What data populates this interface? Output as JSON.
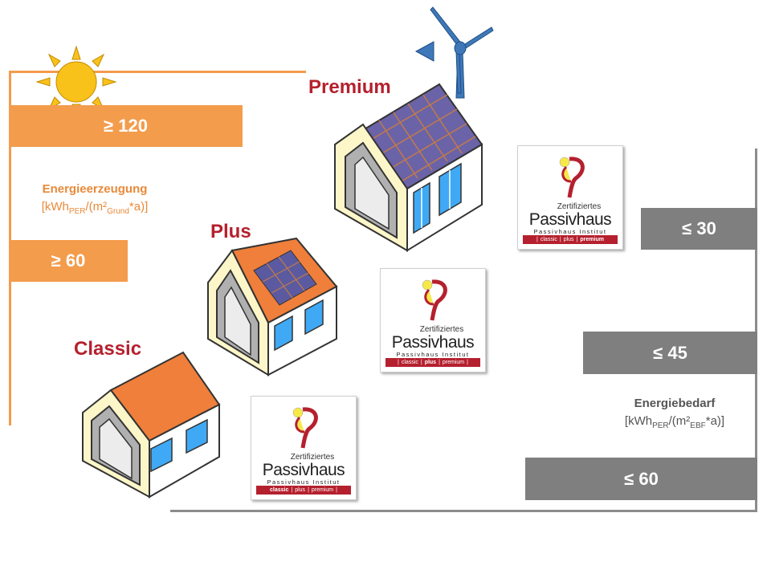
{
  "generation": {
    "high_label": "≥ 120",
    "low_label": "≥ 60",
    "caption_title": "Energieerzeugung",
    "caption_unit_open": "[kWh",
    "caption_unit_sub1": "PER",
    "caption_unit_mid": "/(m²",
    "caption_unit_sub2": "Grund",
    "caption_unit_close": "*a)]"
  },
  "demand": {
    "premium_label": "≤ 30",
    "plus_label": "≤ 45",
    "classic_label": "≤ 60",
    "caption_title": "Energiebedarf",
    "caption_unit_open": "[kWh",
    "caption_unit_sub1": "PER",
    "caption_unit_mid": "/(m²",
    "caption_unit_sub2": "EBF",
    "caption_unit_close": "*a)]"
  },
  "tiers": {
    "premium": "Premium",
    "plus": "Plus",
    "classic": "Classic"
  },
  "logo": {
    "zertifiziertes": "Zertifiziertes",
    "name": "Passivhaus",
    "institut": "Passivhaus Institut",
    "band_classic": "classic",
    "band_plus": "plus",
    "band_premium": "premium",
    "sep": "|"
  },
  "colors": {
    "orange": "#f39c4c",
    "gray": "#7f7f7f",
    "red": "#b5202e",
    "roof": "#ef7f3a",
    "solar": "#5b5aa0",
    "window": "#3fa9f5",
    "sun": "#f9c21a",
    "turbine": "#3e78b8"
  }
}
